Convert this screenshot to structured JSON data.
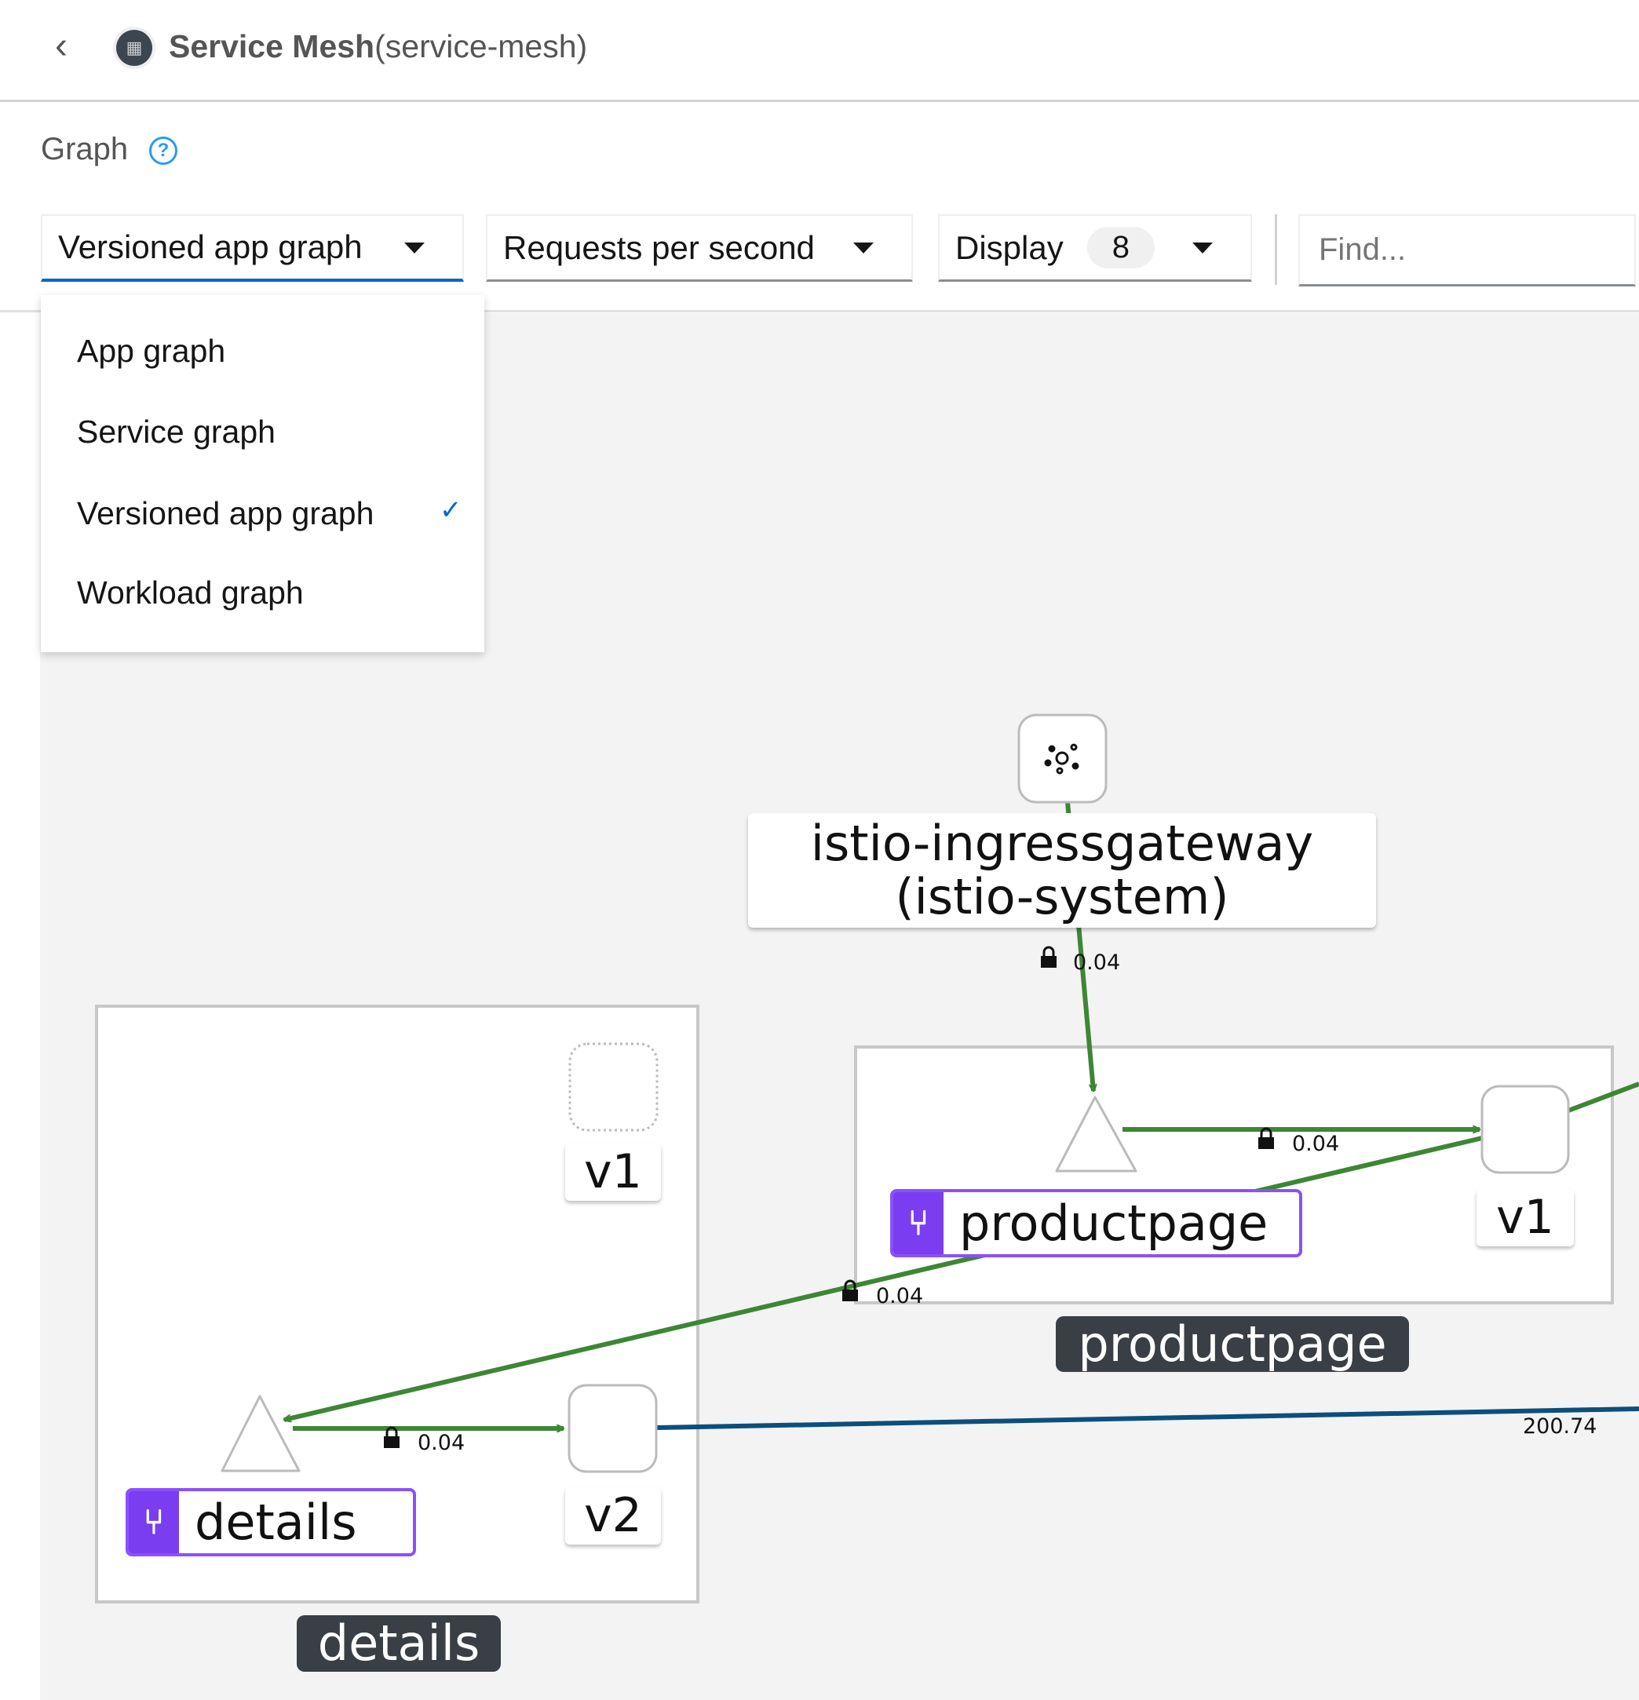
{
  "header": {
    "title_bold": "Service Mesh",
    "title_rest": "(service-mesh)",
    "back_icon": "chevron-left-icon"
  },
  "page": {
    "title": "Graph",
    "help_icon": "question-circle-icon"
  },
  "toolbar": {
    "graph_type": "Versioned app graph",
    "edge_label": "Requests per second",
    "display_label": "Display",
    "display_count": "8",
    "find_placeholder": "Find..."
  },
  "graph_type_menu": {
    "items": [
      {
        "label": "App graph",
        "selected": false
      },
      {
        "label": "Service graph",
        "selected": false
      },
      {
        "label": "Versioned app graph",
        "selected": true
      },
      {
        "label": "Workload graph",
        "selected": false
      }
    ],
    "check": "✓"
  },
  "graph": {
    "gateway": {
      "name": "istio-ingressgateway",
      "namespace": "(istio-system)"
    },
    "productpage": {
      "app": "productpage",
      "group": "productpage",
      "version": "v1"
    },
    "details": {
      "app": "details",
      "group": "details",
      "versions": [
        "v1",
        "v2"
      ]
    },
    "edges": {
      "gateway_to_productpage": "0.04",
      "productpage_to_v1": "0.04",
      "productpage_v1_to_details": "0.04",
      "details_to_v2": "0.04",
      "details_v2_out": "200.74"
    },
    "colors": {
      "ok": "#3e8635",
      "tcp": "#0b4f7c",
      "app_badge": "#7a3df0"
    }
  }
}
